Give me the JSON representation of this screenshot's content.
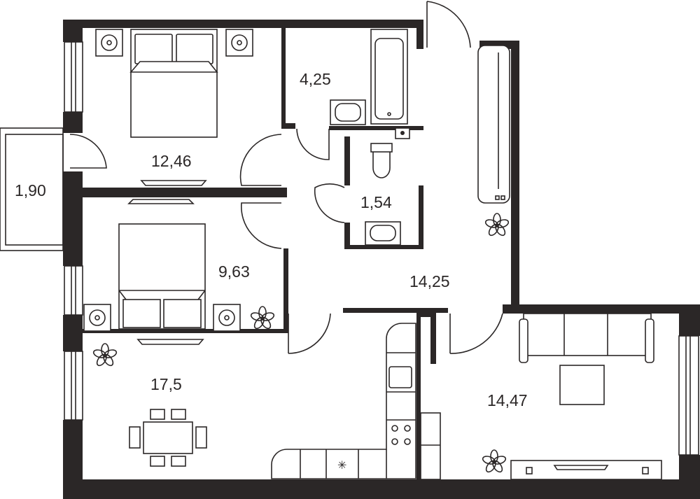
{
  "plan": {
    "rooms": [
      {
        "id": "bedroom-1",
        "area": "12,46"
      },
      {
        "id": "bathroom",
        "area": "4,25"
      },
      {
        "id": "balcony",
        "area": "1,90"
      },
      {
        "id": "toilet",
        "area": "1,54"
      },
      {
        "id": "bedroom-2",
        "area": "9,63"
      },
      {
        "id": "hallway",
        "area": "14,25"
      },
      {
        "id": "kitchen",
        "area": "17,5"
      },
      {
        "id": "living-room",
        "area": "14,47"
      }
    ],
    "colors": {
      "wall": "#2b2727",
      "background": "#ffffff"
    }
  }
}
